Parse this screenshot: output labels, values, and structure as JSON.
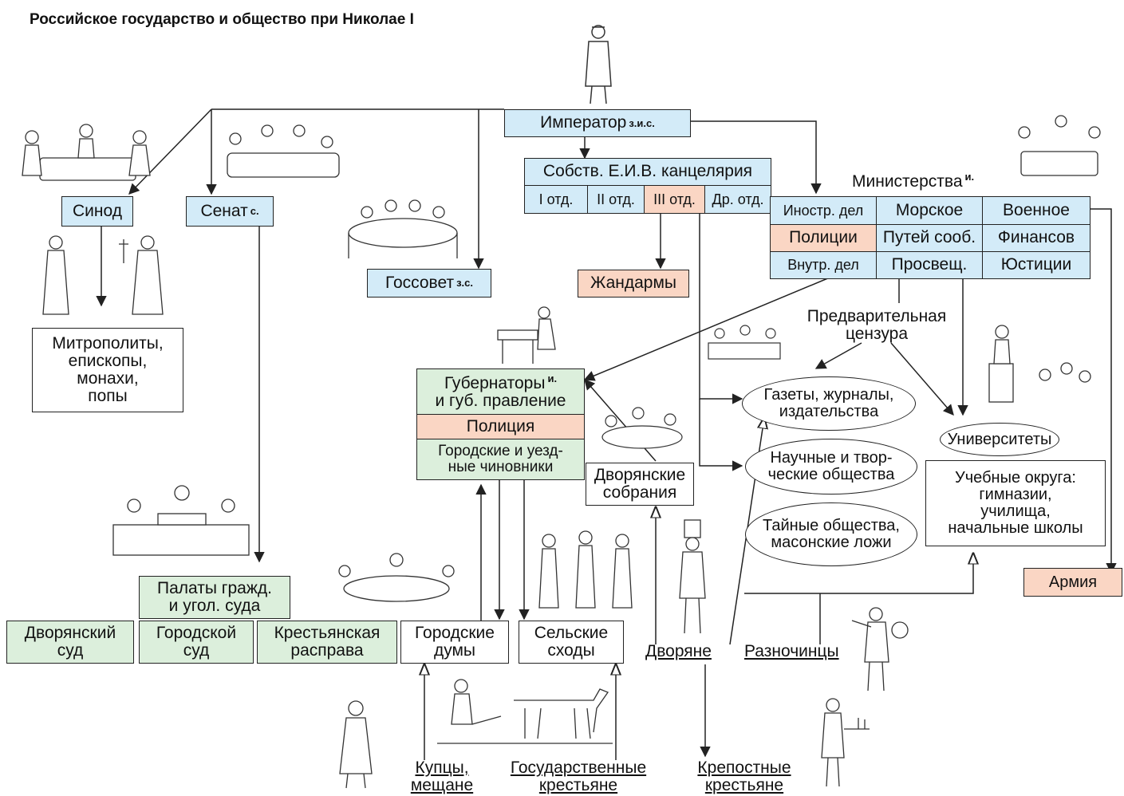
{
  "title": "Российское государство и общество при Николае I",
  "sup": {
    "zis": "з.и.с.",
    "zs": "з.с.",
    "s": "с.",
    "i": "и."
  },
  "nodes": {
    "emperor": "Император",
    "chancellery": "Собств. Е.И.В. канцелярия",
    "dept1": "I отд.",
    "dept2": "II отд.",
    "dept3": "III отд.",
    "dept_other": "Др. отд.",
    "synod": "Синод",
    "senate": "Сенат",
    "gossovet": "Госсовет",
    "gendarmes": "Жандармы",
    "ministries_label": "Министерства",
    "ministries": [
      [
        "Иностр. дел",
        "Морское",
        "Военное"
      ],
      [
        "Полиции",
        "Путей сооб.",
        "Финансов"
      ],
      [
        "Внутр. дел",
        "Просвещ.",
        "Юстиции"
      ]
    ],
    "clergy": [
      "Митрополиты,",
      "епископы,",
      "монахи,",
      "попы"
    ],
    "governors": [
      "Губернаторы",
      "и губ. правление"
    ],
    "police": "Полиция",
    "officials": [
      "Городские и уезд-",
      "ные чиновники"
    ],
    "noble_assemblies": [
      "Дворянские",
      "собрания"
    ],
    "censorship": [
      "Предварительная",
      "цензура"
    ],
    "press": [
      "Газеты, журналы,",
      "издательства"
    ],
    "societies": [
      "Научные и твор-",
      "ческие общества"
    ],
    "secret": [
      "Тайные общества,",
      "масонские ложи"
    ],
    "universities": "Университеты",
    "school_districts": [
      "Учебные округа:",
      "гимназии,",
      "училища,",
      "начальные школы"
    ],
    "army": "Армия",
    "chambers": [
      "Палаты гражд.",
      "и угол. суда"
    ],
    "noble_court": [
      "Дворянский",
      "суд"
    ],
    "city_court": [
      "Городской",
      "суд"
    ],
    "peasant_court": [
      "Крестьянская",
      "расправа"
    ],
    "city_dumas": [
      "Городские",
      "думы"
    ],
    "village": [
      "Сельские",
      "сходы"
    ],
    "nobles": "Дворяне",
    "raznochintsy": "Разночинцы",
    "merchants": [
      "Купцы,",
      "мещане"
    ],
    "state_peasants": [
      "Государственные",
      "крестьяне"
    ],
    "serfs": [
      "Крепостные",
      "крестьяне"
    ]
  },
  "colors": {
    "blue": "#d3ebf8",
    "green": "#dcefdc",
    "pink": "#fad6c4",
    "line": "#222222"
  }
}
